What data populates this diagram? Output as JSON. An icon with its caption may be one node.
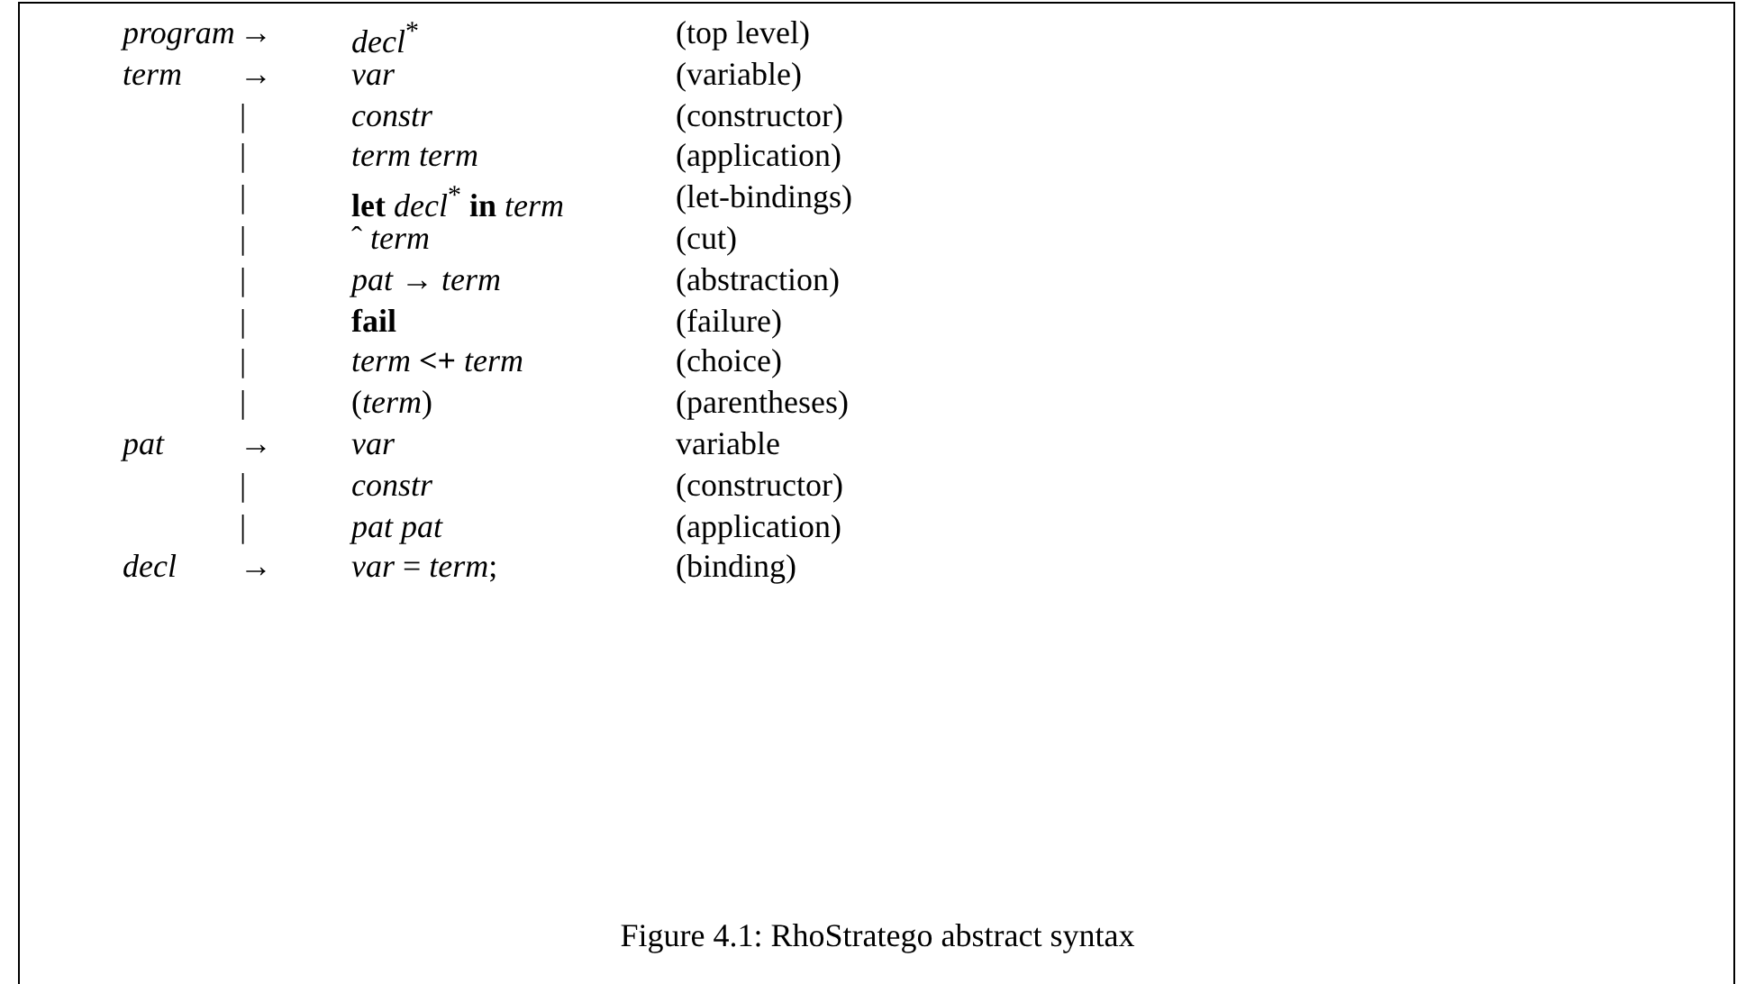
{
  "diagram": {
    "caption": "Figure 4.1: RhoStratego abstract syntax",
    "labels": [
      "program",
      "→",
      "*decl*$^{*}$",
      "(top level)",
      "term",
      "→",
      "var",
      "(variable)",
      "|",
      "constr",
      "(constructor)",
      "|",
      "term term",
      "(application)",
      "|",
      "**let** *decl*$^{*}$ **in** *term*",
      "(let-bindings)",
      "|",
      "ˆ *term*",
      "(cut)",
      "|",
      "*pat* → *term*",
      "(abstraction)",
      "|",
      "fail",
      "(failure)",
      "|",
      "*term* **<+** *term*",
      "(choice)",
      "|",
      "(*term*)",
      "(parentheses)",
      "pat",
      "→",
      "var",
      "variable",
      "|",
      "constr",
      "(constructor)",
      "|",
      "pat pat",
      "(application)",
      "decl",
      "→",
      "*var* = *term*;",
      "(binding)"
    ]
  }
}
